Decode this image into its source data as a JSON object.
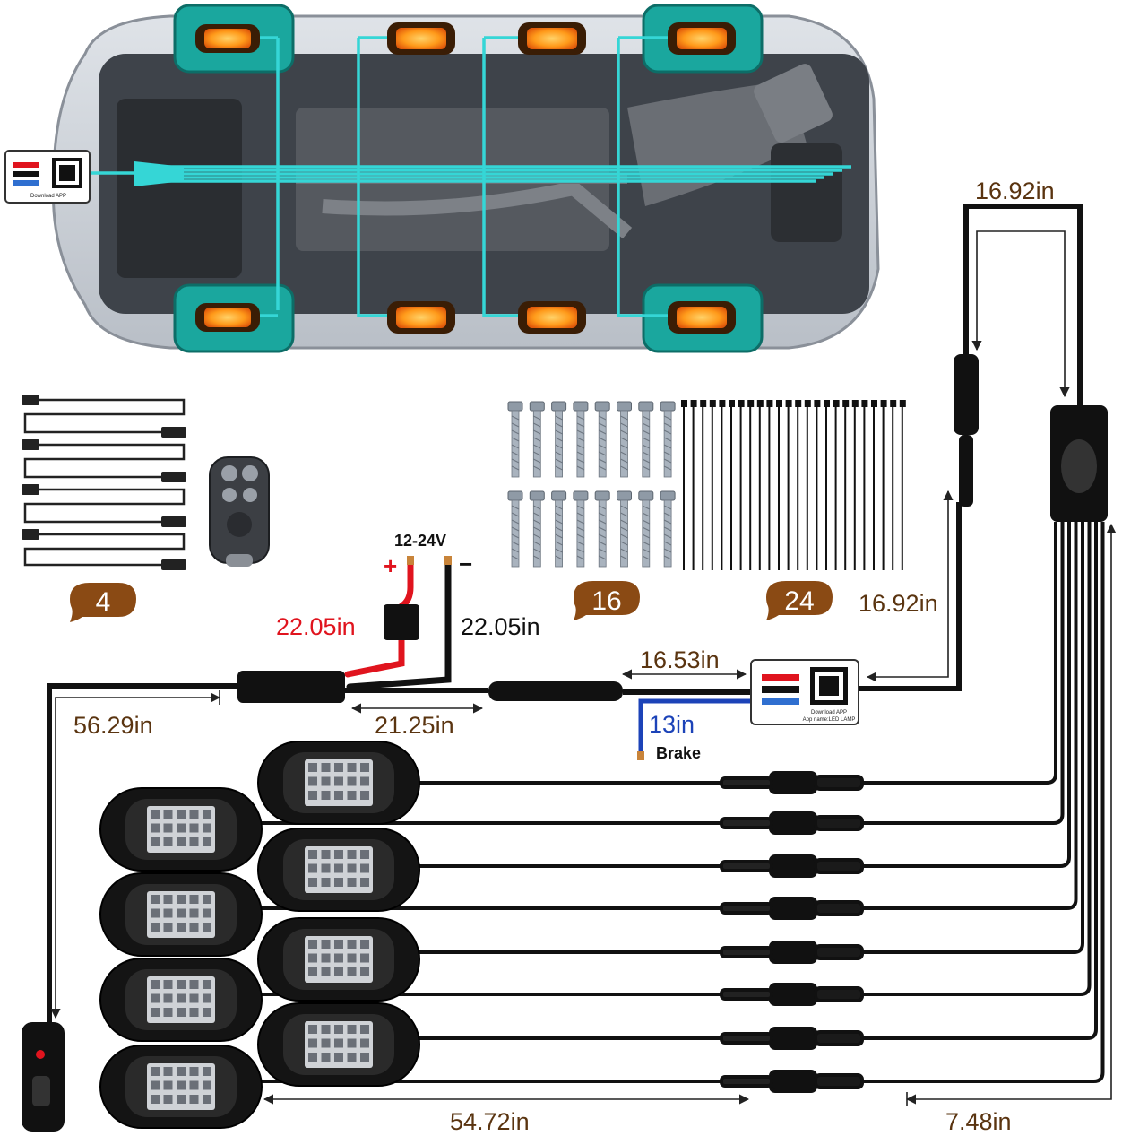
{
  "colors": {
    "cyan_wire": "#35d6d6",
    "tire": "#1aa79e",
    "pod_glow": "#ff9a1a",
    "cable": "#111111",
    "dimension_text": "#5a3410",
    "positive_wire": "#e0141e",
    "brake_wire": "#1c43b8",
    "badge": "#8a4a14"
  },
  "icons": {
    "qr": "qr-code-icon",
    "remote": "remote-control-icon",
    "switch": "power-switch-icon"
  },
  "controller": {
    "app_label": "Download APP",
    "app_sub": "App name:LED LAMP"
  },
  "kit": {
    "extension_count": "4",
    "screw_count": "16",
    "tie_count": "24"
  },
  "power": {
    "voltage": "12-24V",
    "plus": "+",
    "minus": "−"
  },
  "dimensions": {
    "top_right": "16.92in",
    "right_mid": "16.92in",
    "red_wire": "22.05in",
    "black_wire": "22.05in",
    "controller_lead": "16.53in",
    "brake_len": "13in",
    "brake_label": "Brake",
    "switch_lead": "56.29in",
    "harness_mid": "21.25in",
    "pod_leads": "54.72in",
    "branch_leads": "7.48in"
  }
}
